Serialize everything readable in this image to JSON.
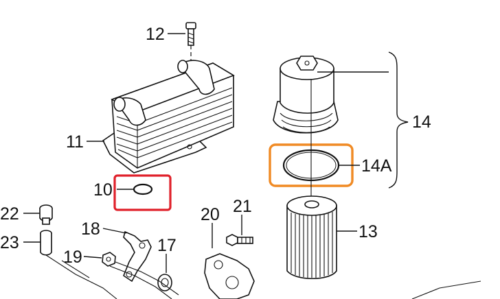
{
  "callouts": {
    "c12": "12",
    "c11": "11",
    "c10": "10",
    "c14": "14",
    "c14a": "14A",
    "c13": "13",
    "c22": "22",
    "c23": "23",
    "c18": "18",
    "c19": "19",
    "c17": "17",
    "c20": "20",
    "c21": "21"
  },
  "highlights": {
    "red_color": "#e0202a",
    "orange_color": "#f08a24"
  }
}
